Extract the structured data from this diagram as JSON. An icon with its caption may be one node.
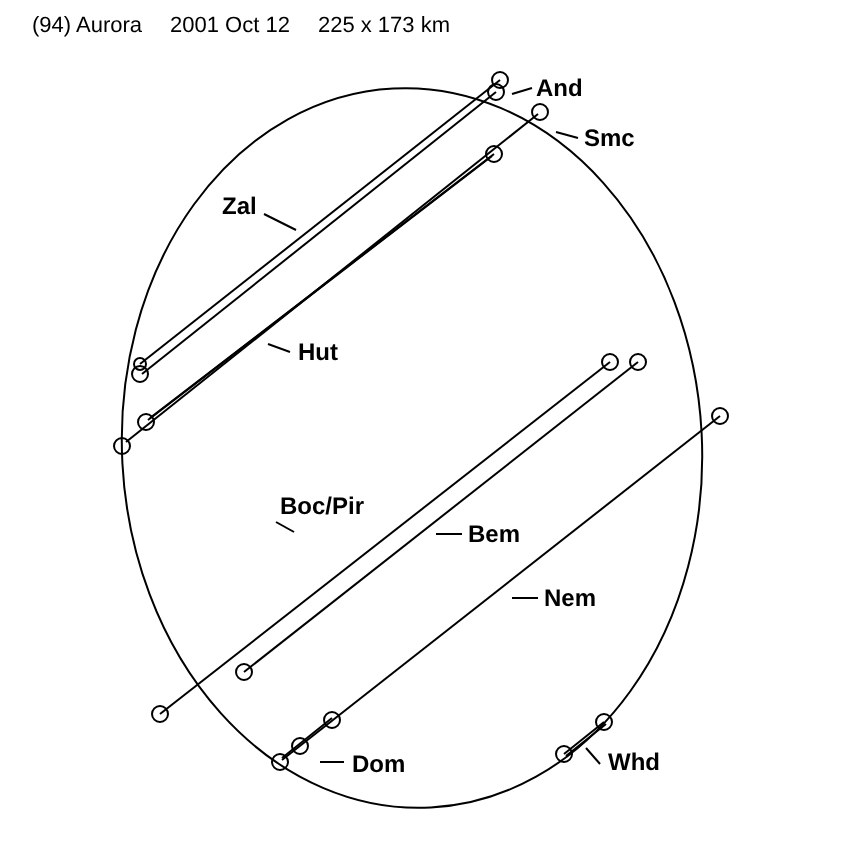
{
  "diagram": {
    "title": "(94) Aurora",
    "nodes": [
      {
        "text": [
          "And"
        ]
      },
      {
        "text": [
          "Smc"
        ]
      },
      {
        "text": [
          "Zal"
        ]
      },
      {
        "text": [
          "Hut"
        ]
      },
      {
        "text": [
          "Boc/Pir"
        ]
      },
      {
        "text": [
          "Bem"
        ]
      },
      {
        "text": [
          "Nem"
        ]
      },
      {
        "text": [
          "Dom"
        ]
      },
      {
        "text": [
          "Whd"
        ]
      }
    ],
    "edges": [
      {
        "from": 0,
        "to": null,
        "arrow": "none"
      },
      {
        "from": 1,
        "to": null,
        "arrow": "none"
      },
      {
        "from": 2,
        "to": null,
        "arrow": "none"
      },
      {
        "from": 3,
        "to": null,
        "arrow": "none"
      },
      {
        "from": 4,
        "to": null,
        "arrow": "none"
      },
      {
        "from": 5,
        "to": null,
        "arrow": "none"
      },
      {
        "from": 6,
        "to": null,
        "arrow": "none"
      },
      {
        "from": 7,
        "to": null,
        "arrow": "none"
      },
      {
        "from": 8,
        "to": null,
        "arrow": "none"
      }
    ],
    "labels": [
      "2001 Oct 12",
      "225 x 173 km"
    ]
  }
}
